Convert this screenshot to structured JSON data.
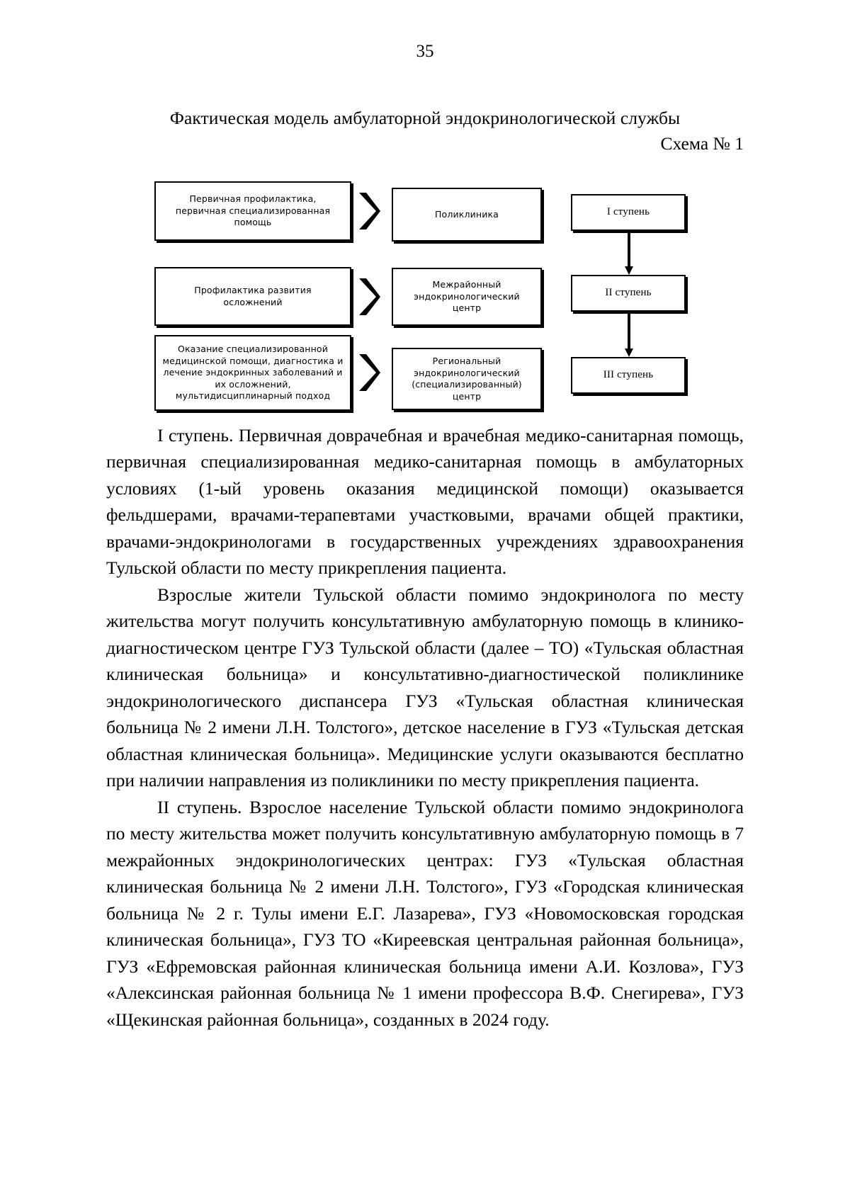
{
  "page": {
    "number": "35"
  },
  "heading": {
    "title": "Фактическая модель амбулаторной эндокринологической службы",
    "scheme_label": "Схема № 1"
  },
  "diagram": {
    "left_column": [
      {
        "id": "primary-prevention",
        "lines": [
          "Первичная профилактика,",
          "первичная специализированная",
          "помощь"
        ]
      },
      {
        "id": "complication-prevention",
        "lines": [
          "Профилактика  развития",
          "осложнений"
        ]
      },
      {
        "id": "specialized-care",
        "lines": [
          "Оказание  специализированной",
          "медицинской помощи, диагностика и",
          "лечение эндокринных заболеваний и",
          "их осложнений,",
          "мультидисциплинарный  подход"
        ]
      }
    ],
    "middle_column": [
      {
        "id": "polyclinic",
        "lines": [
          "Поликлиника"
        ]
      },
      {
        "id": "interdistrict-center",
        "lines": [
          "Межрайонный",
          "эндокринологический",
          "центр"
        ]
      },
      {
        "id": "regional-center",
        "lines": [
          "Региональный",
          "эндокринологический",
          "(специализированный)",
          "центр"
        ]
      }
    ],
    "right_column": [
      {
        "id": "stage-1",
        "label": "I ступень"
      },
      {
        "id": "stage-2",
        "label": "II ступень"
      },
      {
        "id": "stage-3",
        "label": "III ступень"
      }
    ],
    "arrow_icon": "chevron-right-icon",
    "connector_icon": "arrow-down-icon"
  },
  "body": {
    "paragraphs": [
      "I ступень. Первичная доврачебная и врачебная медико-санитарная помощь, первичная специализированная медико-санитарная помощь в амбулаторных условиях (1-ый уровень оказания медицинской помощи) оказывается фельдшерами, врачами-терапевтами участковыми, врачами общей практики, врачами-эндокринологами в государственных учреждениях здравоохранения Тульской области по месту прикрепления пациента.",
      "Взрослые жители Тульской области помимо эндокринолога по месту жительства могут получить консультативную амбулаторную помощь в клинико-диагностическом центре ГУЗ Тульской области (далее – ТО) «Тульская областная клиническая больница» и консультативно-диагностической поликлинике эндокринологического диспансера ГУЗ «Тульская областная клиническая больница № 2 имени Л.Н. Толстого», детское население в ГУЗ «Тульская детская областная клиническая больница». Медицинские услуги оказываются бесплатно при наличии направления из поликлиники по месту прикрепления пациента.",
      "II ступень. Взрослое население Тульской области помимо эндокринолога по месту жительства может получить консультативную амбулаторную помощь в 7 межрайонных эндокринологических центрах: ГУЗ «Тульская областная клиническая больница № 2 имени Л.Н. Толстого», ГУЗ «Городская клиническая больница № 2 г. Тулы имени Е.Г. Лазарева», ГУЗ «Новомосковская городская клиническая больница», ГУЗ ТО «Киреевская центральная районная больница», ГУЗ «Ефремовская районная клиническая больница имени А.И. Козлова», ГУЗ «Алексинская районная больница № 1 имени профессора В.Ф. Снегирева», ГУЗ «Щекинская районная больница», созданных в 2024 году."
    ]
  },
  "colors": {
    "text": "#000000",
    "background": "#ffffff",
    "box_border": "#000000"
  }
}
